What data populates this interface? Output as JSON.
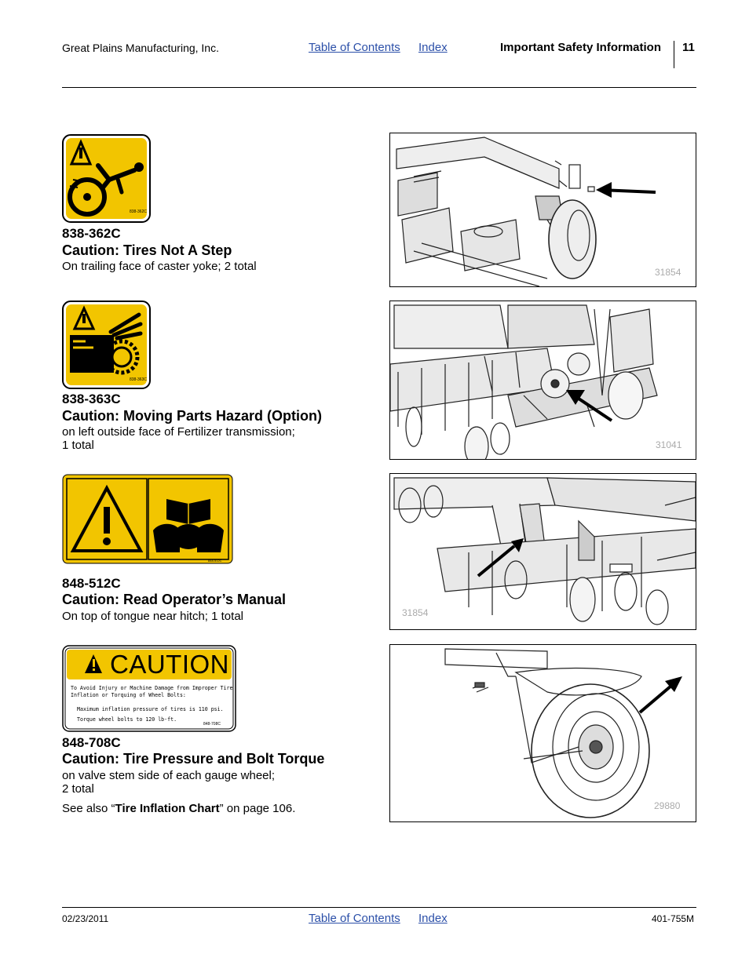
{
  "header": {
    "company": "Great Plains Manufacturing, Inc.",
    "toc_link": "Table of Contents",
    "index_link": "Index",
    "section": "Important Safety Information",
    "page_number": "11"
  },
  "decals": [
    {
      "part": "838-362C",
      "title": "Caution: Tires Not A Step",
      "desc_lines": [
        "On trailing face of caster yoke; 2 total"
      ],
      "figure_number": "31854"
    },
    {
      "part": "838-363C",
      "title": "Caution: Moving Parts Hazard (Option)",
      "desc_lines": [
        "on left outside face of Fertilizer transmission;",
        "1 total"
      ],
      "figure_number": "31041"
    },
    {
      "part": "848-512C",
      "title": "Caution: Read Operator’s Manual",
      "desc_lines": [
        "On top of tongue near hitch; 1 total"
      ],
      "figure_number": "31854"
    },
    {
      "part": "848-708C",
      "title": "Caution: Tire Pressure and Bolt Torque",
      "desc_lines": [
        "on valve stem side of each gauge wheel;",
        "2 total"
      ],
      "figure_number": "29880",
      "see_also_prefix": "See also “",
      "see_also_link": "Tire Inflation Chart",
      "see_also_suffix": "” on page 106."
    }
  ],
  "caution_decal": {
    "heading": "CAUTION",
    "line1": "To Avoid Injury or Machine Damage from Improper Tire",
    "line2": "Inflation or Torquing of Wheel Bolts:",
    "line3": "Maximum inflation pressure of tires is 110 psi.",
    "line4": "Torque wheel bolts to 120 lb-ft.",
    "code": "848-708C"
  },
  "footer": {
    "date": "02/23/2011",
    "toc_link": "Table of Contents",
    "index_link": "Index",
    "doc_number": "401-755M"
  },
  "colors": {
    "decal_yellow": "#f2c500",
    "link_blue": "#2b4fa8"
  }
}
